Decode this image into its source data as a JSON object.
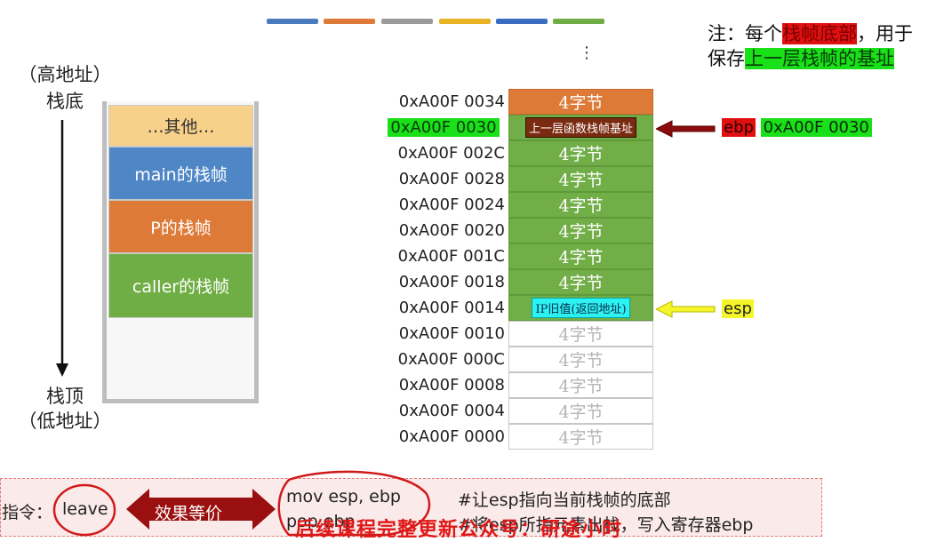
{
  "legend_colors": [
    "#4a7bbf",
    "#dd7a38",
    "#9a9a9a",
    "#e8b426",
    "#3b6cc4",
    "#6fae45"
  ],
  "note": {
    "line1_prefix": "注：每个",
    "line1_highlight": "栈帧底部",
    "line1_suffix": "，用于",
    "line2_prefix": "保存",
    "line2_highlight": "上一层栈帧的基址"
  },
  "left": {
    "top_label_1": "（高地址）",
    "top_label_2": "栈底",
    "bottom_label_1": "栈顶",
    "bottom_label_2": "（低地址）",
    "frames": [
      {
        "label": "…其他…",
        "color": "#f7d18a",
        "text_color": "#333333"
      },
      {
        "label": "main的栈帧",
        "color": "#4f86c6",
        "text_color": "#ffffff"
      },
      {
        "label": "P的栈帧",
        "color": "#dd7a38",
        "text_color": "#ffffff"
      },
      {
        "label": "caller的栈帧",
        "color": "#6fae45",
        "text_color": "#ffffff"
      }
    ]
  },
  "memory": {
    "rows": [
      {
        "addr": "0xA00F 0034",
        "content": "4字节",
        "style": "orange"
      },
      {
        "addr": "0xA00F 0030",
        "content": "上一层函数栈帧基址",
        "style": "green",
        "tag": "dark",
        "addr_highlight": true
      },
      {
        "addr": "0xA00F 002C",
        "content": "4字节",
        "style": "green"
      },
      {
        "addr": "0xA00F 0028",
        "content": "4字节",
        "style": "green"
      },
      {
        "addr": "0xA00F 0024",
        "content": "4字节",
        "style": "green"
      },
      {
        "addr": "0xA00F 0020",
        "content": "4字节",
        "style": "green"
      },
      {
        "addr": "0xA00F 001C",
        "content": "4字节",
        "style": "green"
      },
      {
        "addr": "0xA00F 0018",
        "content": "4字节",
        "style": "green"
      },
      {
        "addr": "0xA00F 0014",
        "content": "IP旧值(返回地址)",
        "style": "green",
        "tag": "cyan"
      },
      {
        "addr": "0xA00F 0010",
        "content": "4字节",
        "style": "empty"
      },
      {
        "addr": "0xA00F 000C",
        "content": "4字节",
        "style": "empty"
      },
      {
        "addr": "0xA00F 0008",
        "content": "4字节",
        "style": "empty"
      },
      {
        "addr": "0xA00F 0004",
        "content": "4字节",
        "style": "empty"
      },
      {
        "addr": "0xA00F 0000",
        "content": "4字节",
        "style": "empty"
      }
    ]
  },
  "registers": {
    "ebp_label": "ebp",
    "ebp_value": "0xA00F 0030",
    "esp_label": "esp"
  },
  "instruction": {
    "prefix": "指令：",
    "name": "leave",
    "equiv_label": "效果等价",
    "line1_code": "mov esp, ebp",
    "line1_comment": "#让esp指向当前栈帧的底部",
    "line2_code": "pop ebp",
    "line2_comment": "#将esp所指元素出栈，写入寄存器ebp"
  },
  "overlay_text": "后续课程完整更新公众号：研途小时"
}
